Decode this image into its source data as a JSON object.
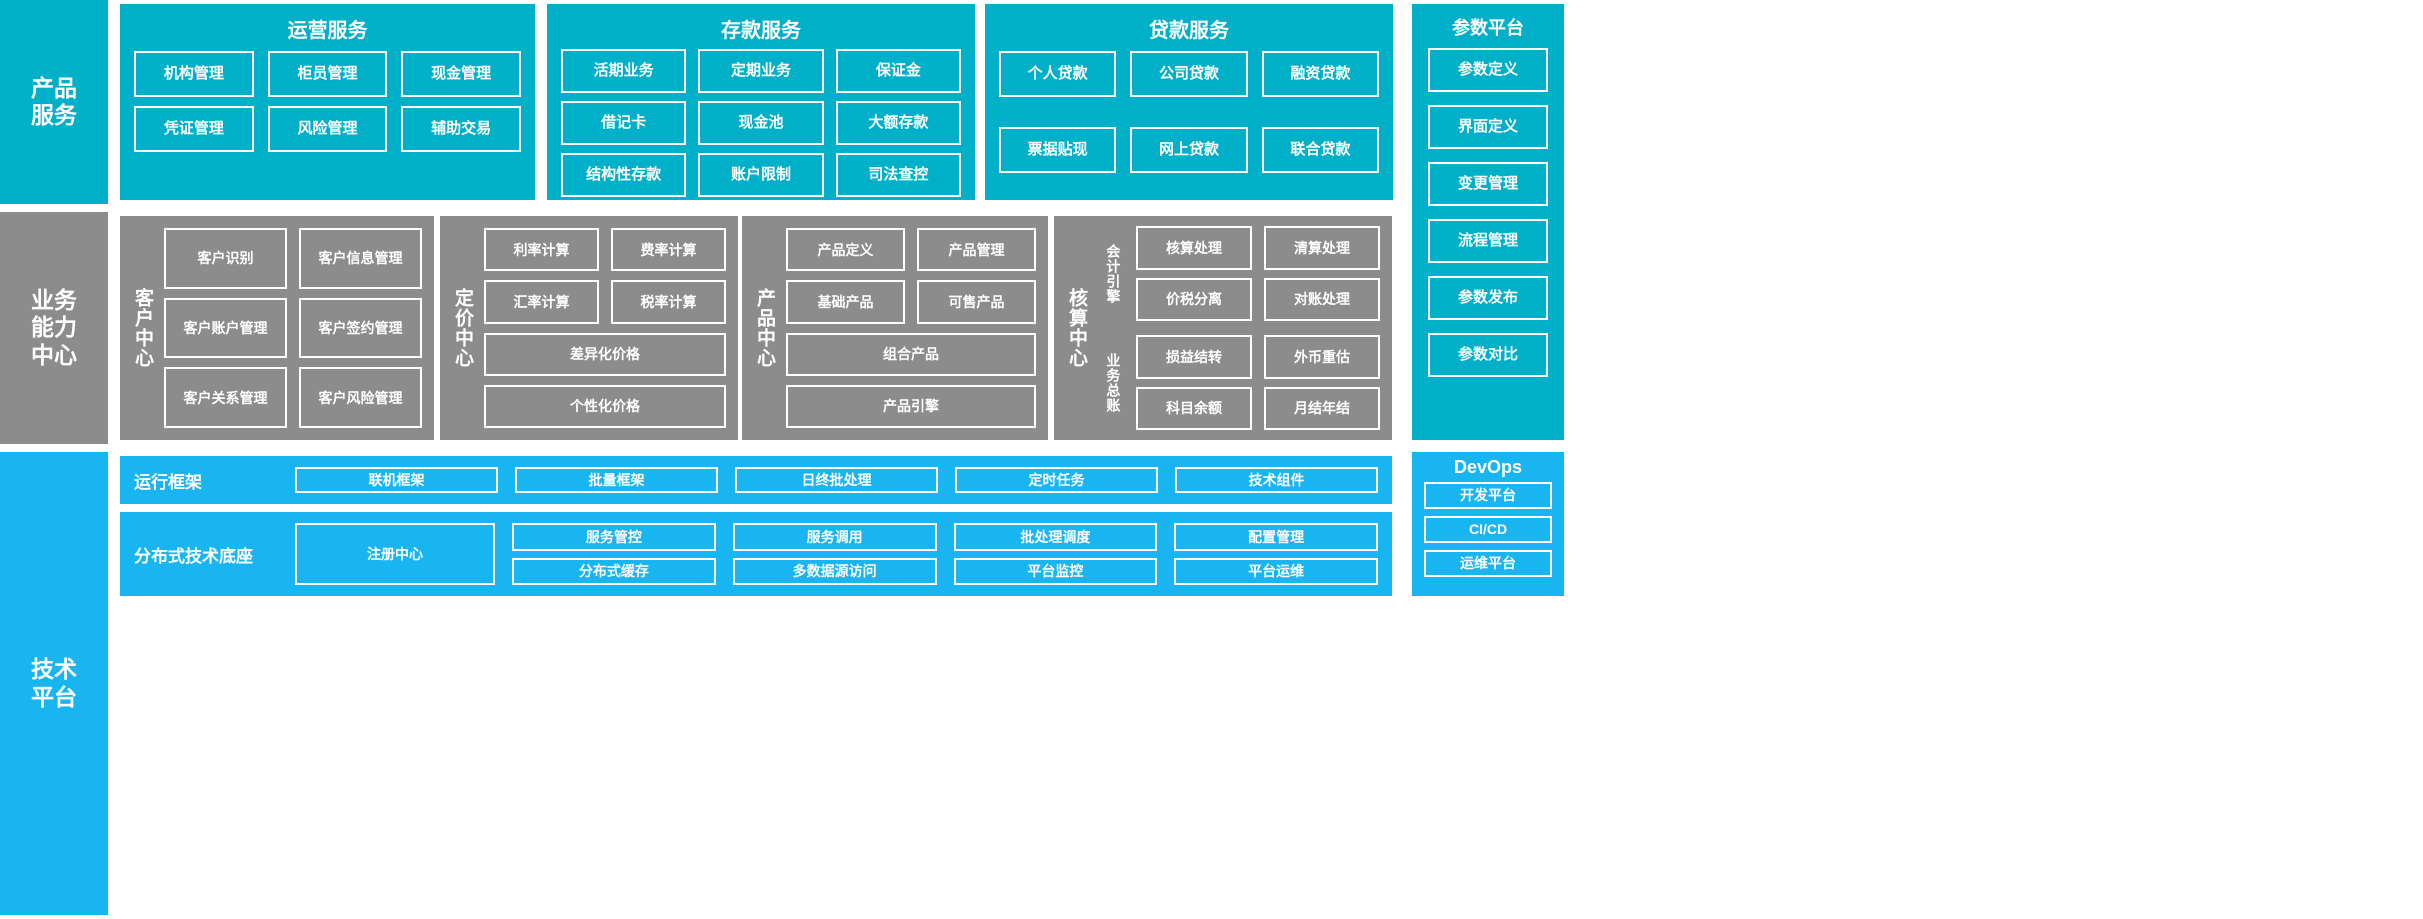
{
  "rows": {
    "product_services": {
      "label": "产品\n服务"
    },
    "business_capability": {
      "label": "业务\n能力\n中心"
    },
    "technical_platform": {
      "label": "技术\n平台"
    }
  },
  "operation_services": {
    "title": "运营服务",
    "tiles": [
      "机构管理",
      "柜员管理",
      "现金管理",
      "凭证管理",
      "风险管理",
      "辅助交易"
    ]
  },
  "deposit_services": {
    "title": "存款服务",
    "tiles": [
      "活期业务",
      "定期业务",
      "保证金",
      "借记卡",
      "现金池",
      "大额存款",
      "结构性存款",
      "账户限制",
      "司法查控"
    ]
  },
  "loan_services": {
    "title": "贷款服务",
    "tiles": [
      "个人贷款",
      "公司贷款",
      "融资贷款",
      "票据贴现",
      "网上贷款",
      "联合贷款"
    ]
  },
  "parameter_platform": {
    "title": "参数平台",
    "tiles": [
      "参数定义",
      "界面定义",
      "变更管理",
      "流程管理",
      "参数发布",
      "参数对比"
    ]
  },
  "customer_center": {
    "label": "客户中心",
    "rows": [
      [
        "客户识别",
        "客户信息管理"
      ],
      [
        "客户账户管理",
        "客户签约管理"
      ],
      [
        "客户关系管理",
        "客户风险管理"
      ]
    ]
  },
  "pricing_center": {
    "label": "定价中心",
    "rows": [
      [
        "利率计算",
        "费率计算"
      ],
      [
        "汇率计算",
        "税率计算"
      ],
      [
        "差异化价格"
      ],
      [
        "个性化价格"
      ]
    ]
  },
  "product_center": {
    "label": "产品中心",
    "rows": [
      [
        "产品定义",
        "产品管理"
      ],
      [
        "基础产品",
        "可售产品"
      ],
      [
        "组合产品"
      ],
      [
        "产品引擎"
      ]
    ]
  },
  "accounting_center": {
    "label": "核算中心",
    "blocks": [
      {
        "label": "会计引擎",
        "tiles": [
          "核算处理",
          "清算处理",
          "价税分离",
          "对账处理"
        ]
      },
      {
        "label": "业务总账",
        "tiles": [
          "损益结转",
          "外币重估",
          "科目余额",
          "月结年结"
        ]
      }
    ]
  },
  "runtime_framework": {
    "caption": "运行框架",
    "tiles": [
      "联机框架",
      "批量框架",
      "日终批处理",
      "定时任务",
      "技术组件"
    ]
  },
  "distributed_base": {
    "caption": "分布式技术底座",
    "registry": "注册中心",
    "columns": [
      [
        "服务管控",
        "分布式缓存"
      ],
      [
        "服务调用",
        "多数据源访问"
      ],
      [
        "批处理调度",
        "平台监控"
      ],
      [
        "配置管理",
        "平台运维"
      ]
    ]
  },
  "devops": {
    "title": "DevOps",
    "tiles": [
      "开发平台",
      "CI/CD",
      "运维平台"
    ]
  },
  "colors": {
    "cyan": "#00afc8",
    "grey": "#8c8c8c",
    "blue": "#19b5f0",
    "white": "#ffffff"
  }
}
